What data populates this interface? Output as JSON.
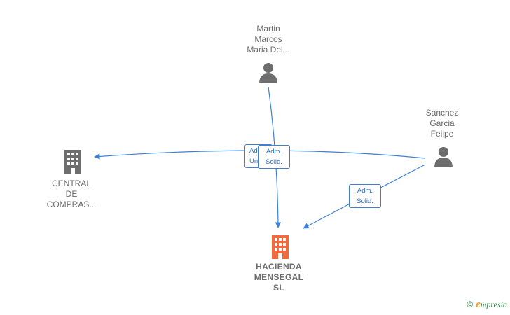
{
  "nodes": {
    "person_top": {
      "lines": [
        "Martin",
        "Marcos",
        "Maria Del..."
      ]
    },
    "person_right": {
      "lines": [
        "Sanchez",
        "Garcia",
        "Felipe"
      ]
    },
    "company_left": {
      "lines": [
        "CENTRAL",
        "DE",
        "COMPRAS..."
      ]
    },
    "company_main": {
      "lines": [
        "HACIENDA",
        "MENSEGAL",
        "SL"
      ]
    }
  },
  "edges": {
    "badge_hidden": {
      "lines": [
        "Adm.",
        "Unico"
      ]
    },
    "badge_center": {
      "lines": [
        "Adm.",
        "Solid."
      ]
    },
    "badge_right": {
      "lines": [
        "Adm.",
        "Solid."
      ]
    }
  },
  "colors": {
    "edge": "#3d7fd6",
    "person_icon": "#6e6e6e",
    "company_icon": "#6e6e6e",
    "main_company_icon": "#f26a3d"
  },
  "watermark": {
    "copyright": "©",
    "brand_initial": "e",
    "brand_rest": "mpresia"
  }
}
